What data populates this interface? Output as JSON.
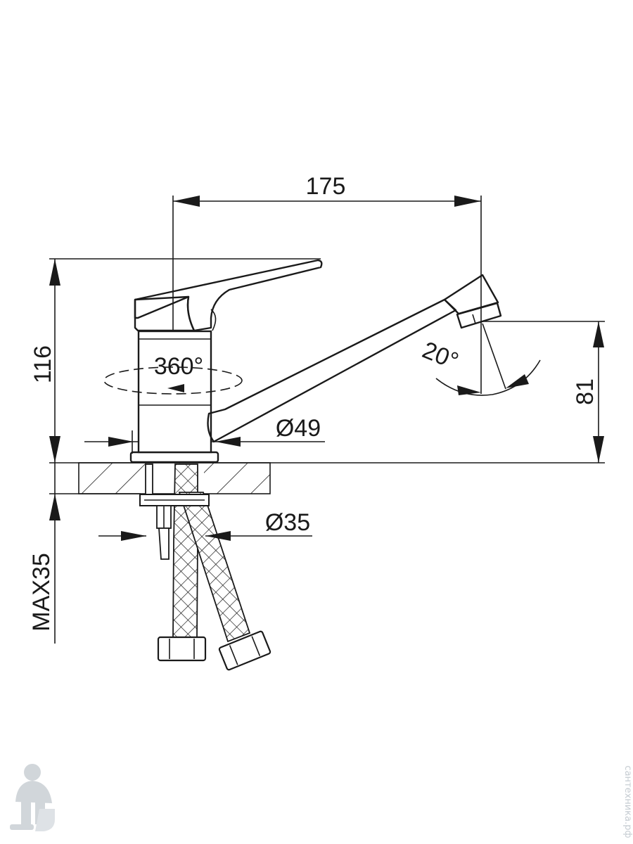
{
  "dimensions": {
    "spout_reach": "175",
    "total_height": "116",
    "spout_height": "81",
    "rotation": "360°",
    "aerator_angle": "20°",
    "body_diameter": "Ø49",
    "mounting_diameter": "Ø35",
    "max_counter_thickness": "MAX35"
  },
  "watermark": {
    "site_text": "сантехника.рф"
  },
  "colors": {
    "line": "#1a1a1a",
    "background": "#ffffff",
    "watermark": "#c6ccd2"
  }
}
